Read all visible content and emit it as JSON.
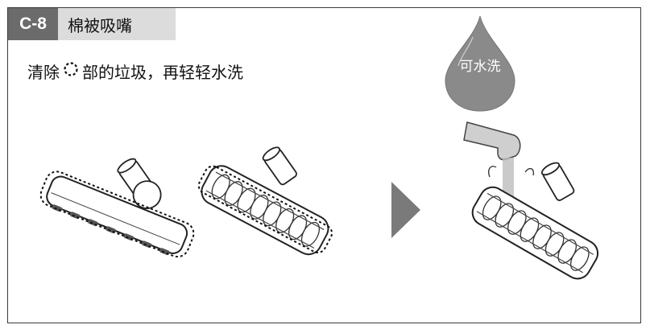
{
  "section": {
    "code": "C-8",
    "title": "棉被吸嘴"
  },
  "instruction": {
    "before": "清除",
    "after": "部的垃圾，再轻轻水洗"
  },
  "badge": {
    "label": "可水洗",
    "color": "#8a8a8a"
  },
  "colors": {
    "code_bg": "#6b6b6b",
    "title_bg": "#dcdcdc",
    "arrow": "#7a7a7a"
  }
}
